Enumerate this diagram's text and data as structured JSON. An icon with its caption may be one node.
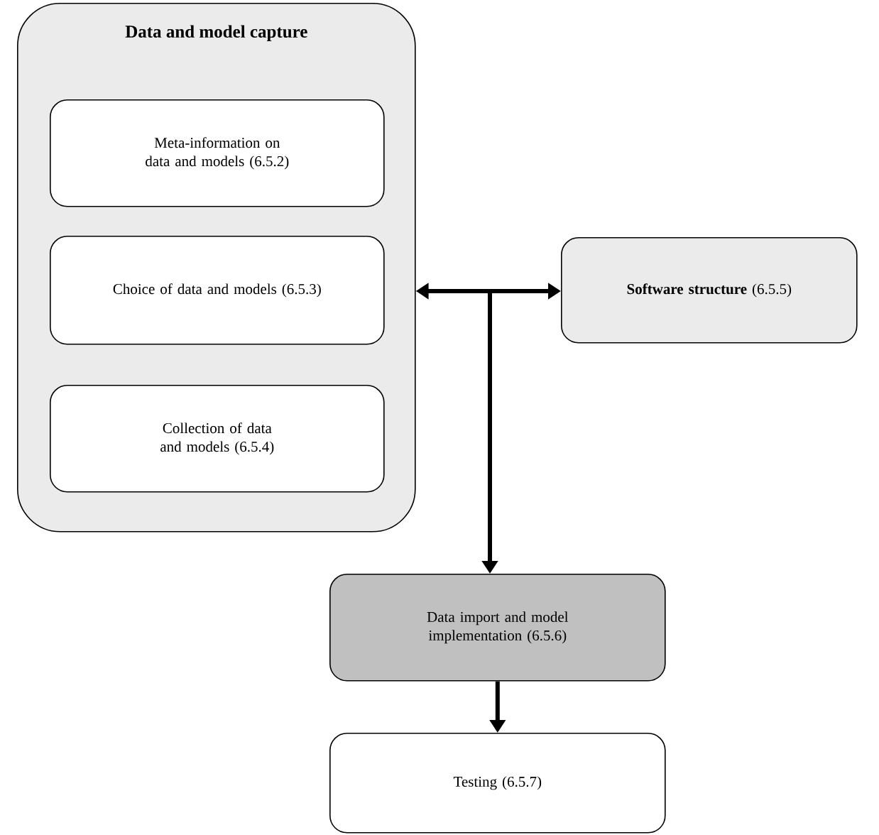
{
  "diagram": {
    "nodes": [
      {
        "text": [
          "Data and model capture"
        ]
      },
      {
        "text": [
          "Meta-information on data and models (6.5.2)"
        ],
        "in": 0
      },
      {
        "text": [
          "Choice of data and models (6.5.3)"
        ],
        "in": 0
      },
      {
        "text": [
          "Collection of data and models (6.5.4)"
        ],
        "in": 0
      },
      {
        "text": [
          "**Software structure** (6.5.5)"
        ]
      },
      {
        "text": [
          "Data import and model implementation (6.5.6)"
        ]
      },
      {
        "text": [
          "Testing (6.5.7)"
        ]
      }
    ],
    "edges": [
      {
        "from": 0,
        "to": 4,
        "arrow": "both"
      },
      {
        "from": null,
        "to": 5,
        "arrow": "to"
      },
      {
        "from": 5,
        "to": 6,
        "arrow": "to"
      }
    ]
  }
}
